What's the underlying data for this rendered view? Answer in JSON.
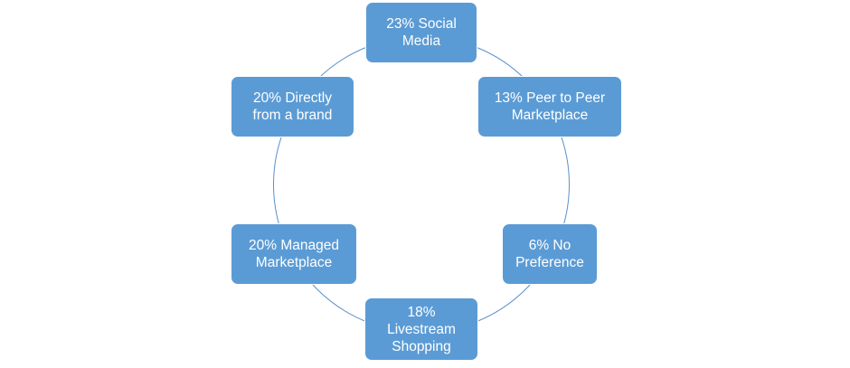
{
  "diagram": {
    "colors": {
      "node_fill": "#5b9bd5",
      "node_text": "#ffffff",
      "ring_stroke": "#5b8fc9"
    },
    "nodes": [
      {
        "label": "23% Social\nMedia"
      },
      {
        "label": "13% Peer to Peer\nMarketplace"
      },
      {
        "label": "6% No\nPreference"
      },
      {
        "label": "18%\nLivestream\nShopping"
      },
      {
        "label": "20% Managed\nMarketplace"
      },
      {
        "label": "20% Directly\nfrom a brand"
      }
    ]
  }
}
